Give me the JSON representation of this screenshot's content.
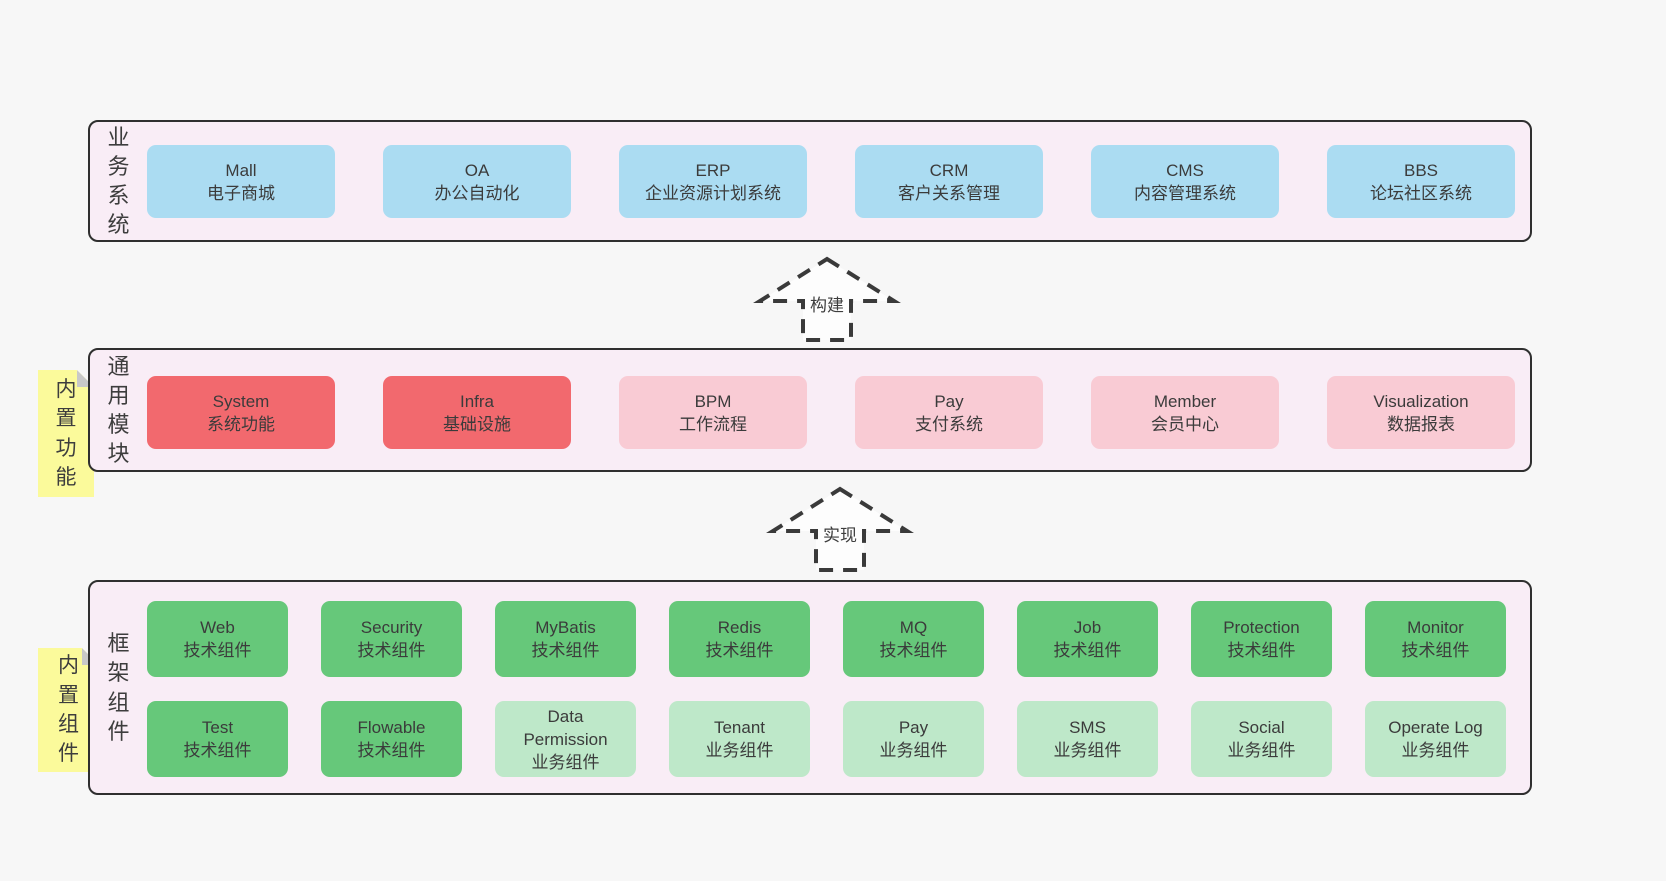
{
  "diagram": {
    "colors": {
      "blue": "#abdcf2",
      "red": "#f2696e",
      "pink": "#f9cbd4",
      "green": "#66c87a",
      "green_light": "#bee8c9",
      "note_yellow": "#fbfa9b",
      "layer_fill": "#f9edf6",
      "border": "#2f2f2f"
    },
    "arrows": [
      {
        "label": "构建"
      },
      {
        "label": "实现"
      }
    ],
    "layers": [
      {
        "side_label": "业务系统",
        "boxes": [
          {
            "en": "Mall",
            "zh": "电子商城",
            "style": "blue"
          },
          {
            "en": "OA",
            "zh": "办公自动化",
            "style": "blue"
          },
          {
            "en": "ERP",
            "zh": "企业资源计划系统",
            "style": "blue"
          },
          {
            "en": "CRM",
            "zh": "客户关系管理",
            "style": "blue"
          },
          {
            "en": "CMS",
            "zh": "内容管理系统",
            "style": "blue"
          },
          {
            "en": "BBS",
            "zh": "论坛社区系统",
            "style": "blue"
          }
        ]
      },
      {
        "side_label": "通用模块",
        "note": "内置功能",
        "boxes": [
          {
            "en": "System",
            "zh": "系统功能",
            "style": "red"
          },
          {
            "en": "Infra",
            "zh": "基础设施",
            "style": "red"
          },
          {
            "en": "BPM",
            "zh": "工作流程",
            "style": "pink"
          },
          {
            "en": "Pay",
            "zh": "支付系统",
            "style": "pink"
          },
          {
            "en": "Member",
            "zh": "会员中心",
            "style": "pink"
          },
          {
            "en": "Visualization",
            "zh": "数据报表",
            "style": "pink"
          }
        ]
      },
      {
        "side_label": "框架组件",
        "note": "内置组件",
        "rows": [
          [
            {
              "en": "Web",
              "zh": "技术组件",
              "style": "green"
            },
            {
              "en": "Security",
              "zh": "技术组件",
              "style": "green"
            },
            {
              "en": "MyBatis",
              "zh": "技术组件",
              "style": "green"
            },
            {
              "en": "Redis",
              "zh": "技术组件",
              "style": "green"
            },
            {
              "en": "MQ",
              "zh": "技术组件",
              "style": "green"
            },
            {
              "en": "Job",
              "zh": "技术组件",
              "style": "green"
            },
            {
              "en": "Protection",
              "zh": "技术组件",
              "style": "green"
            },
            {
              "en": "Monitor",
              "zh": "技术组件",
              "style": "green"
            }
          ],
          [
            {
              "en": "Test",
              "zh": "技术组件",
              "style": "green"
            },
            {
              "en": "Flowable",
              "zh": "技术组件",
              "style": "green"
            },
            {
              "en": "Data Permission",
              "zh": "业务组件",
              "style": "green-light"
            },
            {
              "en": "Tenant",
              "zh": "业务组件",
              "style": "green-light"
            },
            {
              "en": "Pay",
              "zh": "业务组件",
              "style": "green-light"
            },
            {
              "en": "SMS",
              "zh": "业务组件",
              "style": "green-light"
            },
            {
              "en": "Social",
              "zh": "业务组件",
              "style": "green-light"
            },
            {
              "en": "Operate Log",
              "zh": "业务组件",
              "style": "green-light"
            }
          ]
        ]
      }
    ]
  }
}
